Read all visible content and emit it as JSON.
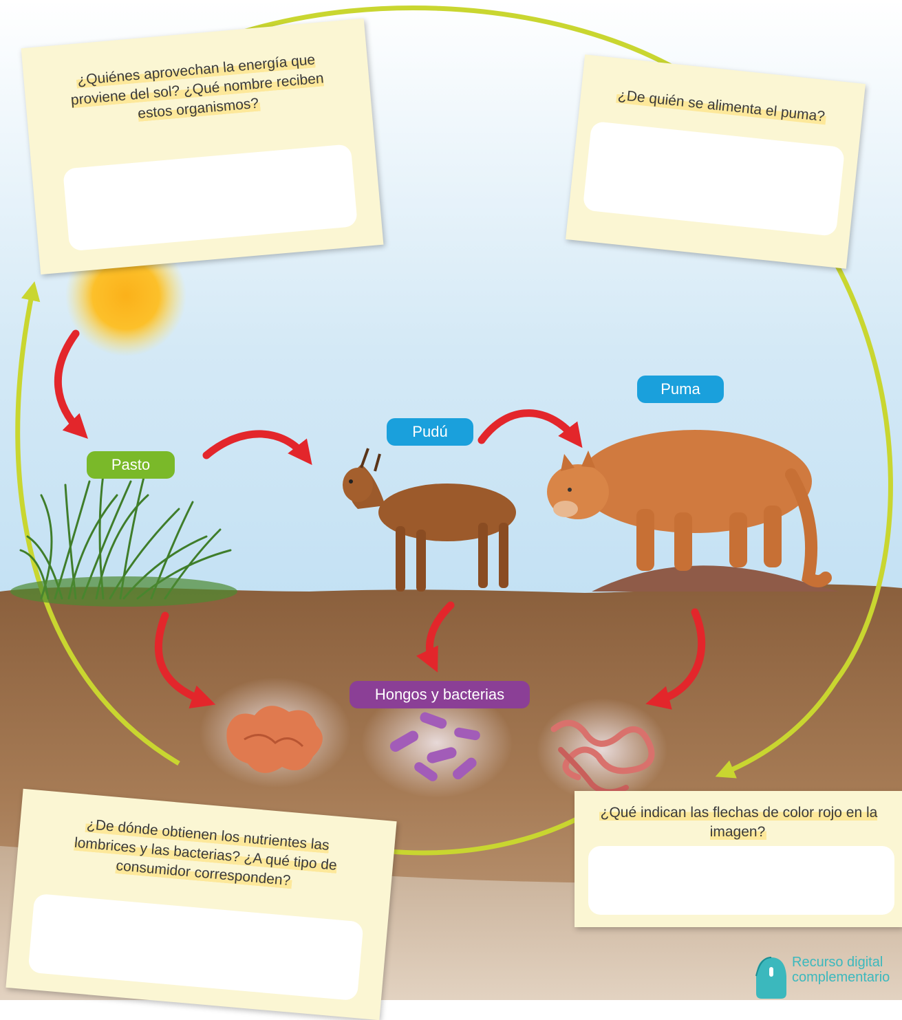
{
  "cards": {
    "sun_question": "¿Quiénes aprovechan la energía que proviene del sol? ¿Qué nombre reciben estos organismos?",
    "puma_question": "¿De quién se alimenta el puma?",
    "decomposer_question": "¿De dónde obtienen los nutrientes las lombrices y las bacterias? ¿A qué tipo de consumidor corresponden?",
    "arrows_question": "¿Qué indican las flechas de color rojo en la imagen?"
  },
  "labels": {
    "pasto": "Pasto",
    "pudu": "Pudú",
    "puma": "Puma",
    "hongos": "Hongos y bacterias"
  },
  "colors": {
    "pasto": "#7ab929",
    "pudu": "#1aa0dc",
    "puma": "#1aa0dc",
    "hongos": "#8b3f96",
    "cycle_ring": "#c9d630",
    "arrows": "#e3262b",
    "badge": "#3bb8bd"
  },
  "badge": {
    "line1": "Recurso digital",
    "line2": "complementario",
    "icon": "mouse-icon"
  }
}
